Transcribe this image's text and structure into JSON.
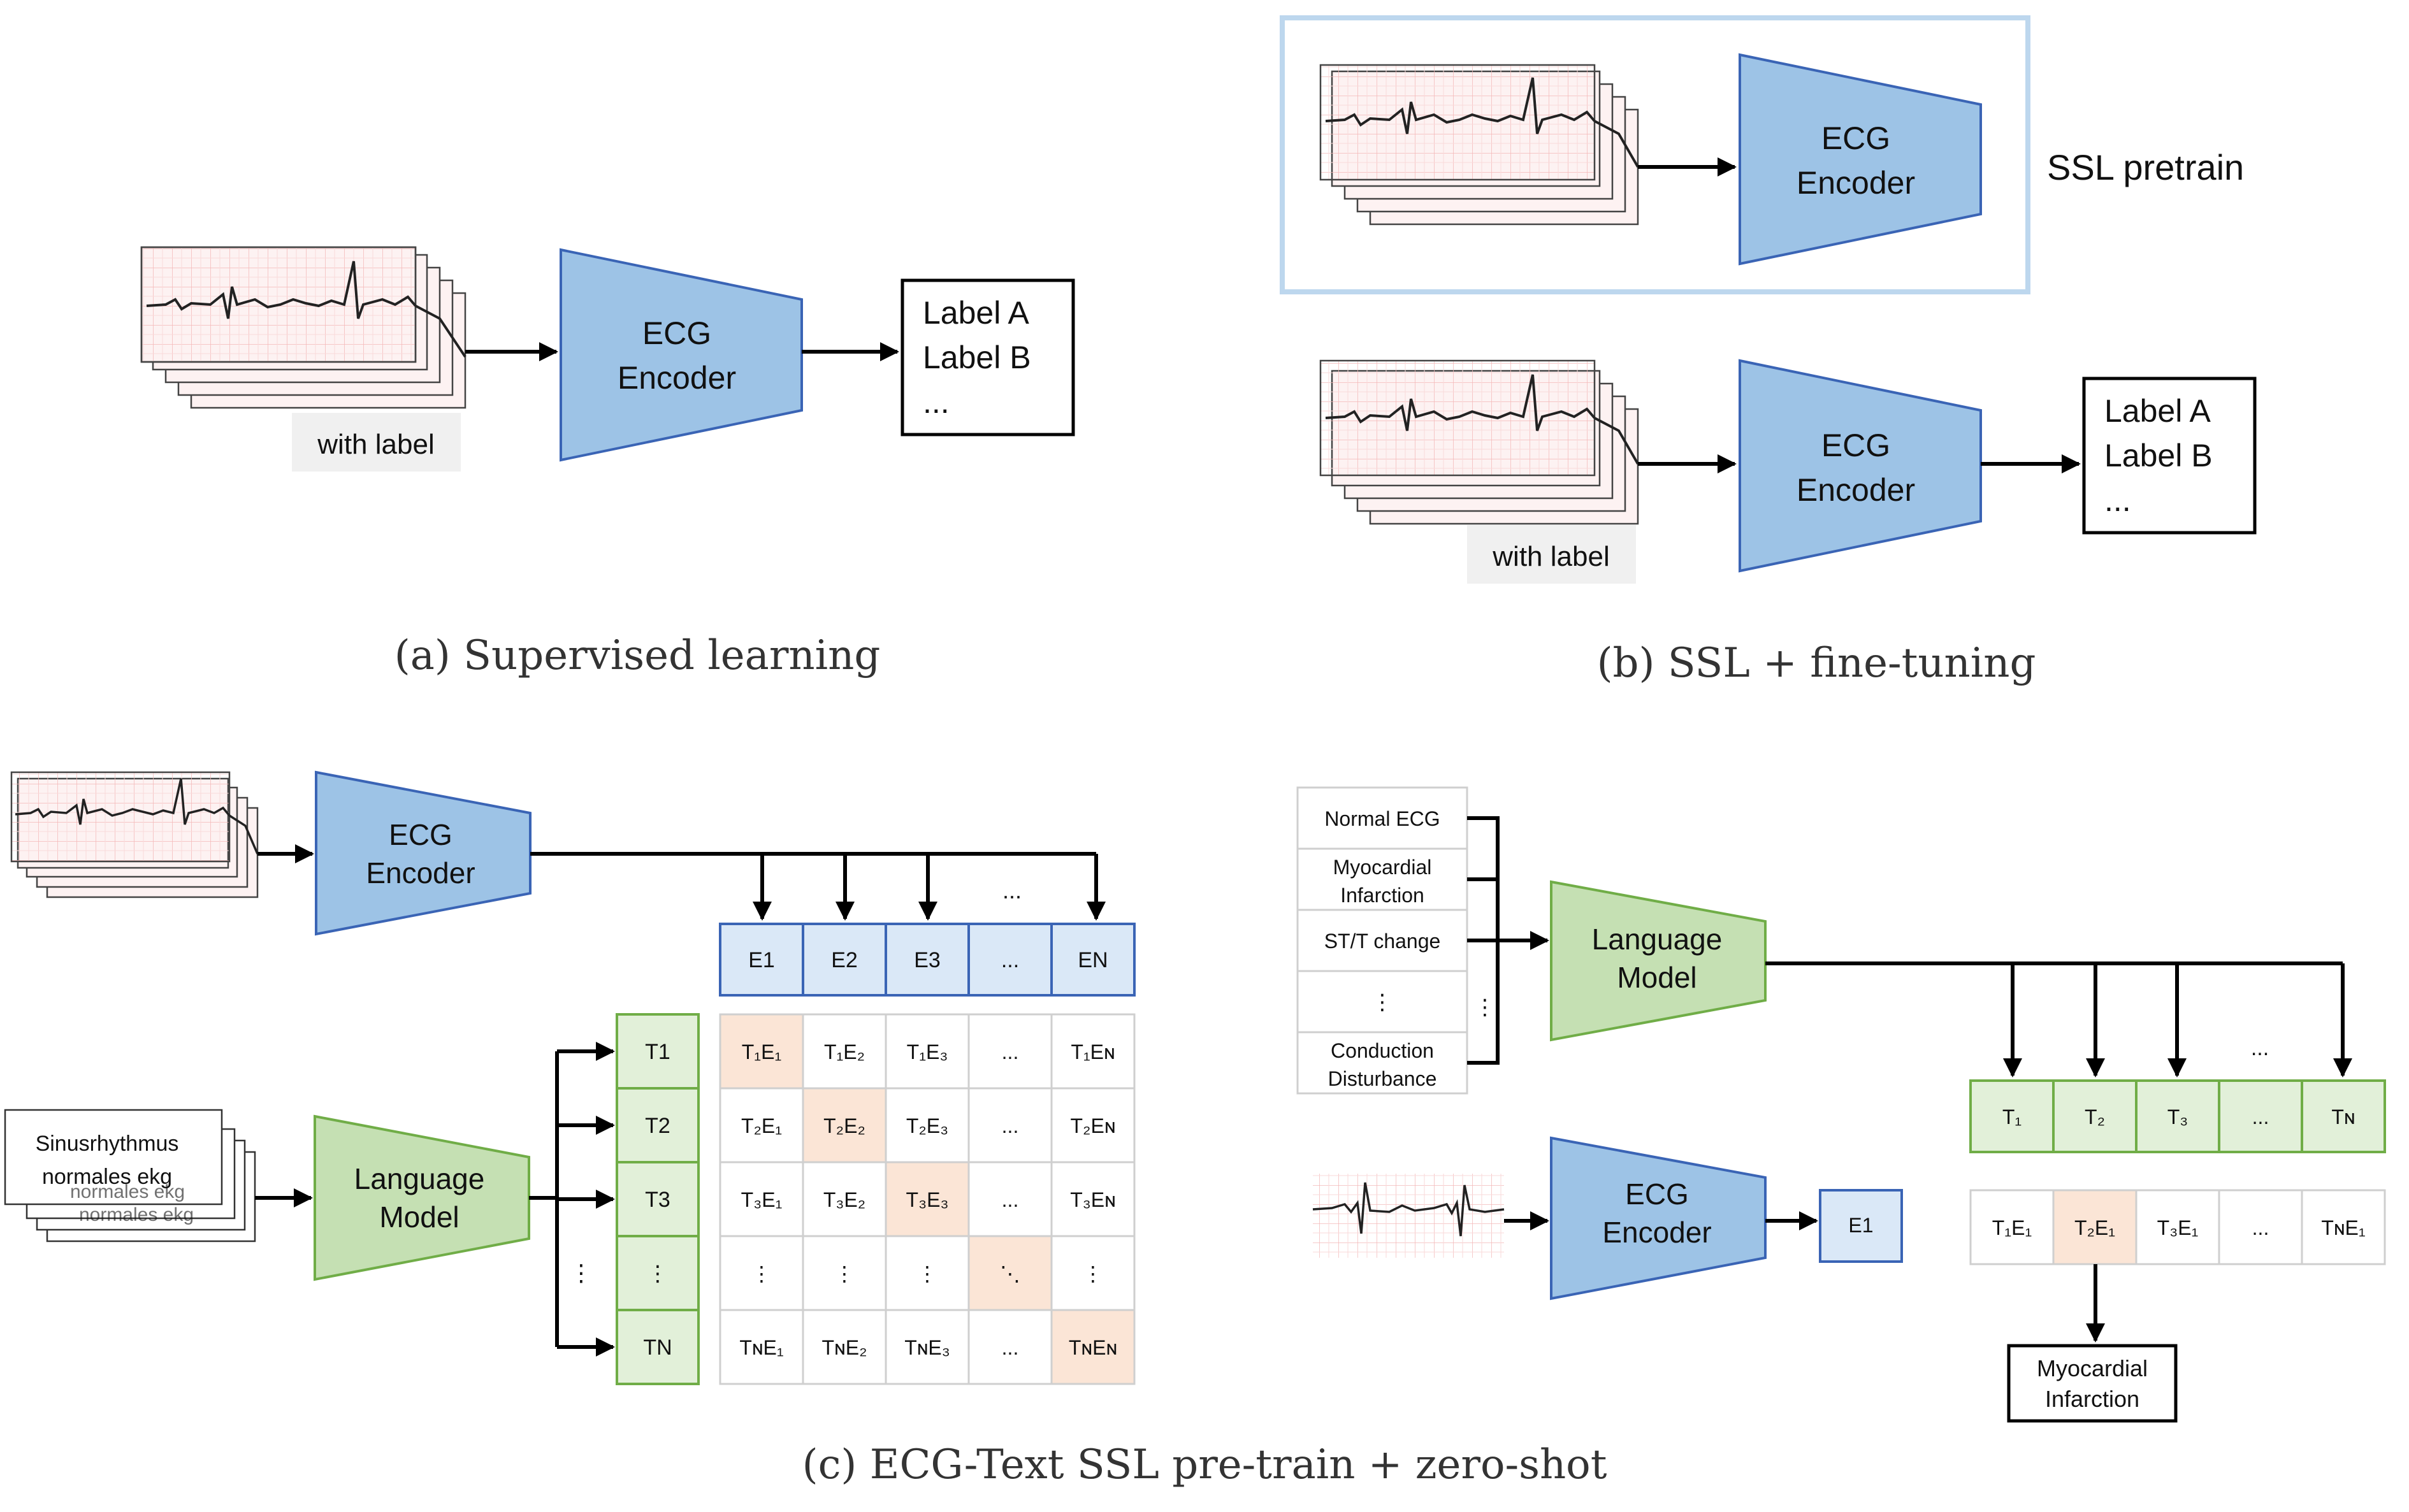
{
  "panel_a": {
    "caption": "(a) Supervised learning",
    "encoder_line1": "ECG",
    "encoder_line2": "Encoder",
    "ecg_label": "with label",
    "output_line1": "Label A",
    "output_line2": "Label B",
    "output_line3": "..."
  },
  "panel_b": {
    "caption": "(b) SSL + fine-tuning",
    "pretrain_label": "SSL pretrain",
    "encoder_line1": "ECG",
    "encoder_line2": "Encoder",
    "ecg_label": "with label",
    "output_line1": "Label A",
    "output_line2": "Label B",
    "output_line3": "..."
  },
  "panel_c": {
    "caption": "(c) ECG-Text SSL pre-train + zero-shot",
    "ecg_encoder_line1": "ECG",
    "ecg_encoder_line2": "Encoder",
    "lm_line1": "Language",
    "lm_line2": "Model",
    "text_card_1": "Sinusrhythmus",
    "text_card_2": "normales ekg",
    "text_card_3": "normales ekg",
    "text_card_4": "normales ekg",
    "ellipsis": "...",
    "vdots": "⋮",
    "ddots": "⋱",
    "e_row": [
      "E1",
      "E2",
      "E3",
      "...",
      "EN"
    ],
    "t_col": [
      "T1",
      "T2",
      "T3",
      "⋮",
      "TN"
    ]
  },
  "panel_d": {
    "categories": [
      "Normal ECG",
      "Myocardial",
      "Infarction",
      "ST/T change",
      "⋮",
      "Conduction",
      "Disturbance"
    ],
    "lm_line1": "Language",
    "lm_line2": "Model",
    "ecg_encoder_line1": "ECG",
    "ecg_encoder_line2": "Encoder",
    "e1": "E1",
    "ellipsis": "...",
    "vdots": "⋮",
    "result_line1": "Myocardial",
    "result_line2": "Infarction"
  }
}
